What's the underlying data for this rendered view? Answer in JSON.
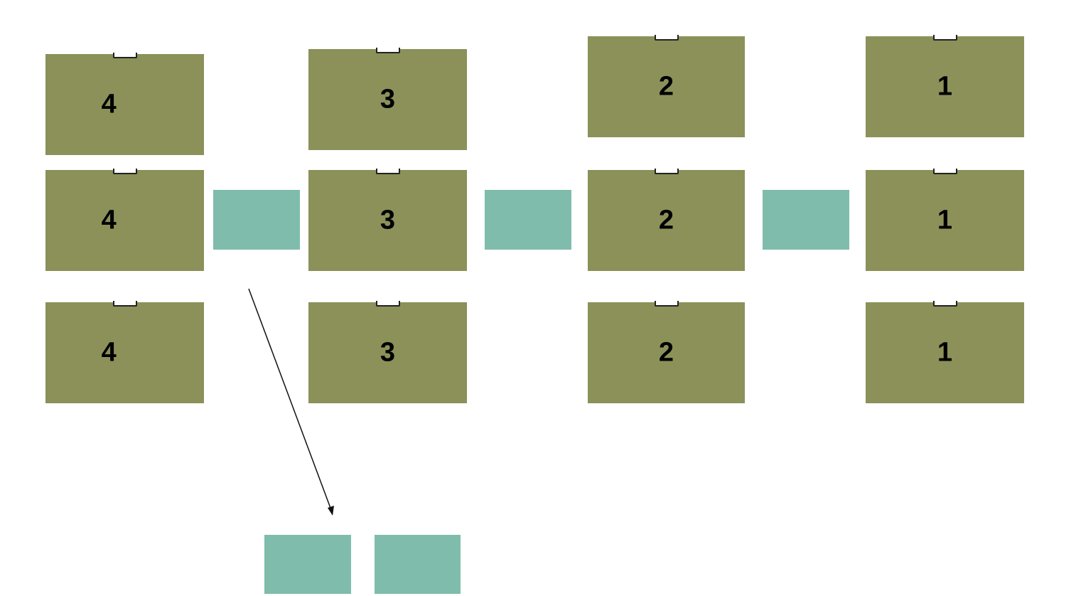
{
  "colors": {
    "box": "#8b9159",
    "buffer": "#7fbcac",
    "arrow": "#111111"
  },
  "rows": [
    {
      "labels": [
        "4",
        "3",
        "2",
        "1"
      ]
    },
    {
      "labels": [
        "4",
        "3",
        "2",
        "1"
      ]
    },
    {
      "labels": [
        "4",
        "3",
        "2",
        "1"
      ]
    }
  ]
}
